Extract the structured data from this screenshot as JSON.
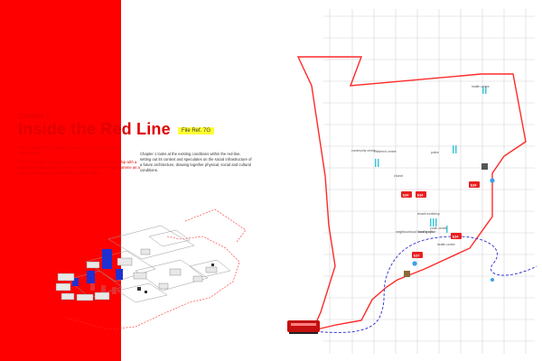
{
  "chapter": {
    "label": "Chapter 1",
    "title": "Inside the Red Line",
    "file_ref": "File Ref. 7G"
  },
  "intro_paragraphs": [
    "The Broadwater Farm estate has been red-lined for potential redevelopment.",
    "In February 2017 Haringey council secured its 50:50 partnership with a private developer to advance the £2 billion regeneration programme as a part of the Haringey Development Vehicle (HDV)."
  ],
  "description": "Chapter 1 looks at the existing conditions within the red-line, setting out its context and speculates on the social infrastructure of a future architecture, drawing together physical, social and cultural conditions.",
  "map": {
    "labels": [
      {
        "id": "health-centre-north",
        "text": "health centre"
      },
      {
        "id": "community-centre",
        "text": "community centre"
      },
      {
        "id": "childrens-centre",
        "text": "children's centre"
      },
      {
        "id": "police",
        "text": "police"
      },
      {
        "id": "church",
        "text": "church"
      },
      {
        "id": "tenant-workshop",
        "text": "tenant workshop"
      },
      {
        "id": "youth-centre",
        "text": "youth centre"
      },
      {
        "id": "local-shops",
        "text": "local shops"
      },
      {
        "id": "neighbourhood-housing-office",
        "text": "neighbourhood housing office"
      },
      {
        "id": "health-centre-south",
        "text": "health centre"
      }
    ],
    "bus_stops": [
      {
        "id": "stop-1",
        "text": "E34"
      },
      {
        "id": "stop-2",
        "text": "E34"
      },
      {
        "id": "stop-3",
        "text": "E34"
      },
      {
        "id": "stop-4",
        "text": "E34"
      },
      {
        "id": "stop-5",
        "text": "E37"
      }
    ]
  },
  "colors": {
    "accent_red": "#ff0000",
    "highlight_yellow": "#ffff33",
    "bus_route_blue": "#3b3bd6",
    "marker_cyan": "#3fc6d6",
    "grid_grey": "#d4d4d4"
  },
  "icons": [
    "bus-icon",
    "location-pin-icon",
    "building-icon",
    "axonometric-estate-drawing"
  ]
}
